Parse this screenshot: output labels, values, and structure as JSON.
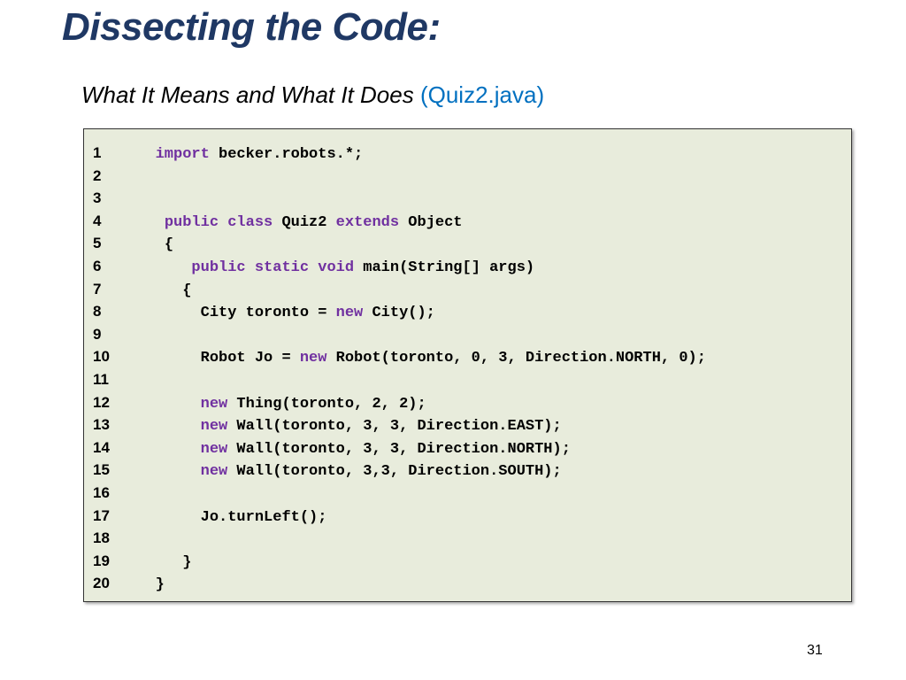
{
  "slide": {
    "title": "Dissecting the Code:",
    "subtitle": "What It Means and What It Does",
    "subtitle_file": "(Quiz2.java)",
    "page_number": "31"
  },
  "colors": {
    "title": "#1f3864",
    "file_name": "#0070c0",
    "keyword": "#7030a0",
    "code_background": "#e8ecdc"
  },
  "code": {
    "lines": [
      {
        "number": "1",
        "indent": "   ",
        "tokens": [
          {
            "t": "import",
            "kw": true
          },
          {
            "t": " becker.robots.*;"
          }
        ]
      },
      {
        "number": "2",
        "indent": "",
        "tokens": []
      },
      {
        "number": "3",
        "indent": "",
        "tokens": []
      },
      {
        "number": "4",
        "indent": "    ",
        "tokens": [
          {
            "t": "public",
            "kw": true
          },
          {
            "t": " "
          },
          {
            "t": "class",
            "kw": true
          },
          {
            "t": " Quiz2 "
          },
          {
            "t": "extends",
            "kw": true
          },
          {
            "t": " Object"
          }
        ]
      },
      {
        "number": "5",
        "indent": "    ",
        "tokens": [
          {
            "t": "{"
          }
        ]
      },
      {
        "number": "6",
        "indent": "       ",
        "tokens": [
          {
            "t": "public",
            "kw": true
          },
          {
            "t": " "
          },
          {
            "t": "static",
            "kw": true
          },
          {
            "t": " "
          },
          {
            "t": "void",
            "kw": true
          },
          {
            "t": " main(String[] args)"
          }
        ]
      },
      {
        "number": "7",
        "indent": "      ",
        "tokens": [
          {
            "t": "{"
          }
        ]
      },
      {
        "number": "8",
        "indent": "        ",
        "tokens": [
          {
            "t": "City toronto = "
          },
          {
            "t": "new",
            "kw": true
          },
          {
            "t": " City();"
          }
        ]
      },
      {
        "number": "9",
        "indent": "",
        "tokens": []
      },
      {
        "number": "10",
        "indent": "        ",
        "tokens": [
          {
            "t": "Robot Jo = "
          },
          {
            "t": "new",
            "kw": true
          },
          {
            "t": " Robot(toronto, 0, 3, Direction.NORTH, 0);"
          }
        ]
      },
      {
        "number": "11",
        "indent": "",
        "tokens": []
      },
      {
        "number": "12",
        "indent": "        ",
        "tokens": [
          {
            "t": "new",
            "kw": true
          },
          {
            "t": " Thing(toronto, 2, 2);"
          }
        ]
      },
      {
        "number": "13",
        "indent": "        ",
        "tokens": [
          {
            "t": "new",
            "kw": true
          },
          {
            "t": " Wall(toronto, 3, 3, Direction.EAST);"
          }
        ]
      },
      {
        "number": "14",
        "indent": "        ",
        "tokens": [
          {
            "t": "new",
            "kw": true
          },
          {
            "t": " Wall(toronto, 3, 3, Direction.NORTH);"
          }
        ]
      },
      {
        "number": "15",
        "indent": "        ",
        "tokens": [
          {
            "t": "new",
            "kw": true
          },
          {
            "t": " Wall(toronto, 3,3, Direction.SOUTH);"
          }
        ]
      },
      {
        "number": "16",
        "indent": "",
        "tokens": []
      },
      {
        "number": "17",
        "indent": "        ",
        "tokens": [
          {
            "t": "Jo.turnLeft();"
          }
        ]
      },
      {
        "number": "18",
        "indent": "",
        "tokens": []
      },
      {
        "number": "19",
        "indent": "      ",
        "tokens": [
          {
            "t": "}"
          }
        ]
      },
      {
        "number": "20",
        "indent": "   ",
        "tokens": [
          {
            "t": "}"
          }
        ]
      }
    ]
  }
}
